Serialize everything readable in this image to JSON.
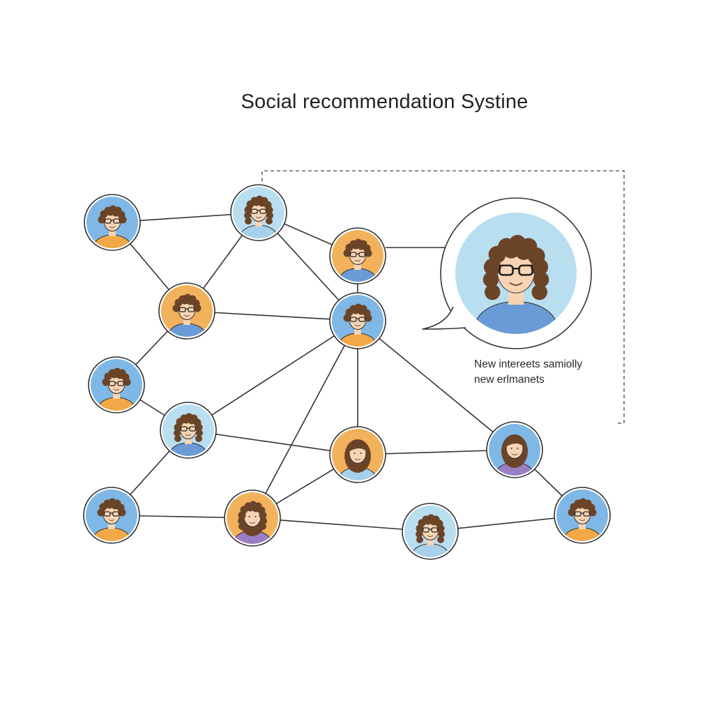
{
  "title": "Social recommendation Systine",
  "callout": {
    "text_line1": "New intereets samiolly",
    "text_line2": "new erlmanets"
  },
  "colors": {
    "node_blue": "#7fb8e6",
    "node_orange": "#f2b25c",
    "node_lightblue": "#b8def0",
    "edge": "#333333",
    "skin": "#f6d4b4",
    "hair": "#6b4428",
    "shirt_blue": "#6a9bd6",
    "shirt_orange": "#f2a846",
    "shirt_purple": "#9a7fc4",
    "shirt_lightblue": "#a7d1ea"
  }
}
